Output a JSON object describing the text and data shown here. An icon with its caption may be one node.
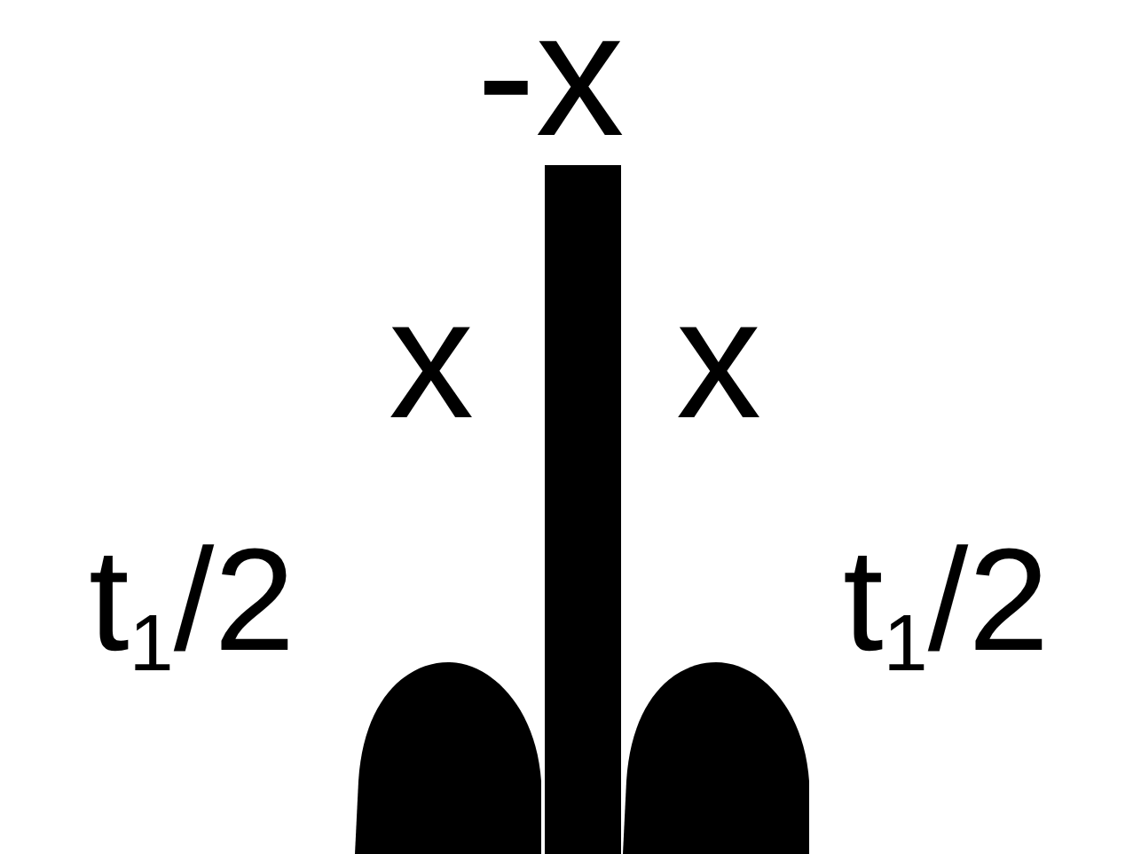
{
  "diagram": {
    "labels": [
      "-x",
      "x",
      "x",
      "t$_{1}$/2",
      "t$_{1}$/2"
    ]
  }
}
